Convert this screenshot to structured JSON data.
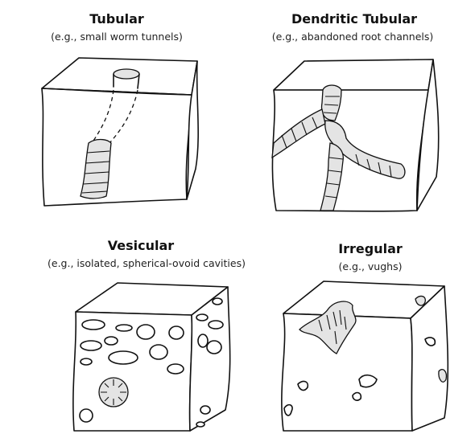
{
  "panels": {
    "tubular": {
      "title": "Tubular",
      "subtitle": "(e.g., small worm tunnels)"
    },
    "dendritic": {
      "title": "Dendritic Tubular",
      "subtitle": "(e.g., abandoned root channels)"
    },
    "vesicular": {
      "title": "Vesicular",
      "subtitle": "(e.g., isolated, spherical-ovoid cavities)"
    },
    "irregular": {
      "title": "Irregular",
      "subtitle": "(e.g., vughs)"
    }
  },
  "colors": {
    "line": "#111111",
    "cavity_fill": "#e4e4e4",
    "background": "#ffffff"
  }
}
